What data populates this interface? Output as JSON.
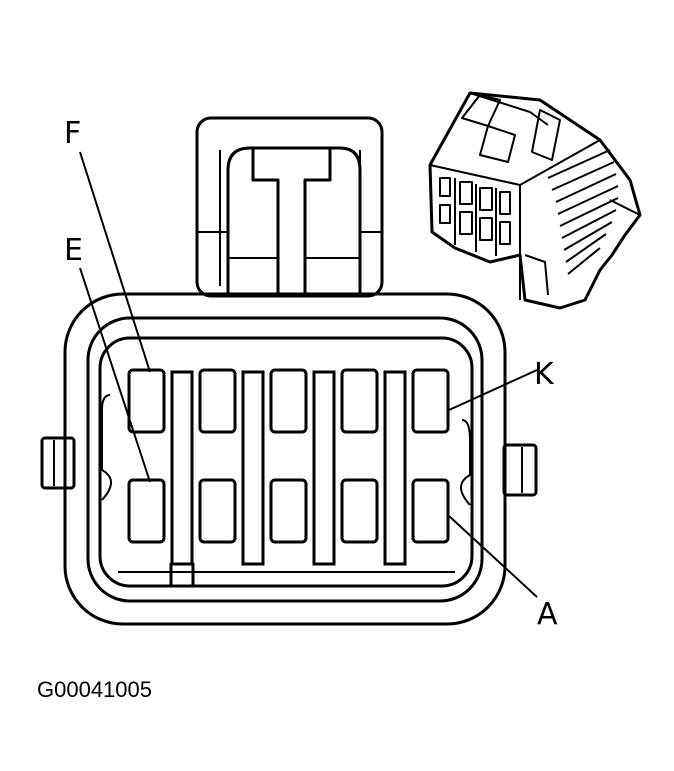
{
  "labels": {
    "f": "F",
    "e": "E",
    "k": "K",
    "a": "A"
  },
  "figure_code": "G00041005"
}
